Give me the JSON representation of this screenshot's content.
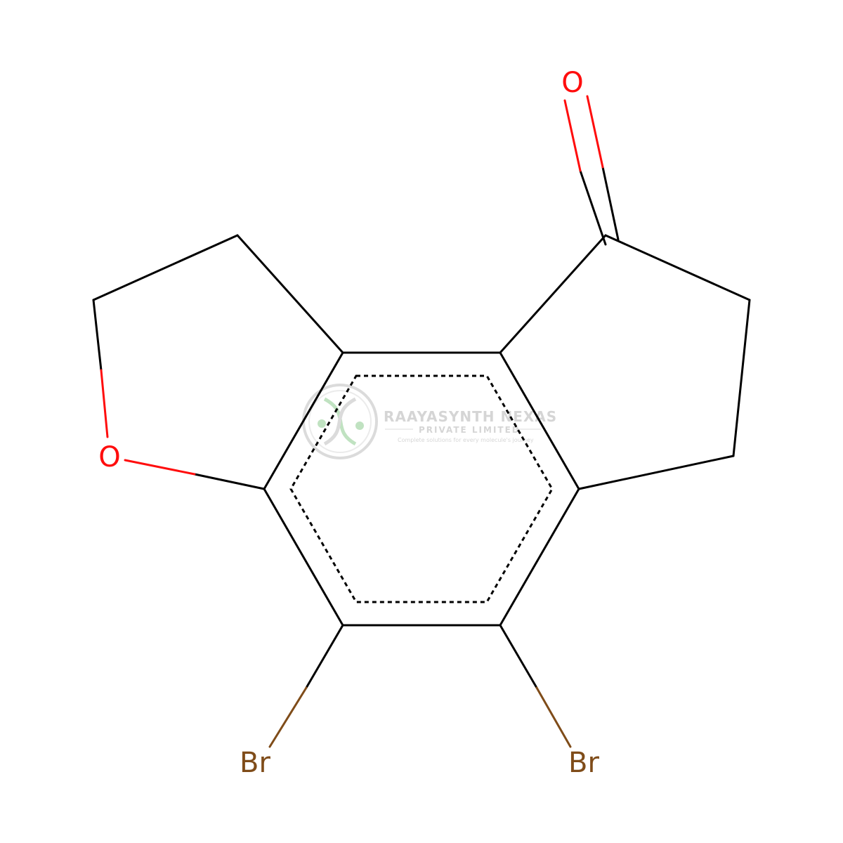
{
  "colors": {
    "bond": "#000000",
    "oxygen": "#ff0d0d",
    "bromine": "#7f4c19",
    "watermark": "#9a9a9a",
    "watermark_green": "#4caf50"
  },
  "atoms": {
    "o_carbonyl": "O",
    "o_ether": "O",
    "br_left": "Br",
    "br_right": "Br"
  },
  "watermark": {
    "title": "RAAYASYNTH NEXAS",
    "subtitle": "PRIVATE LIMITED",
    "tagline": "Complete solutions for every molecule's journey",
    "logo_icon": "dna-helix-icon"
  }
}
